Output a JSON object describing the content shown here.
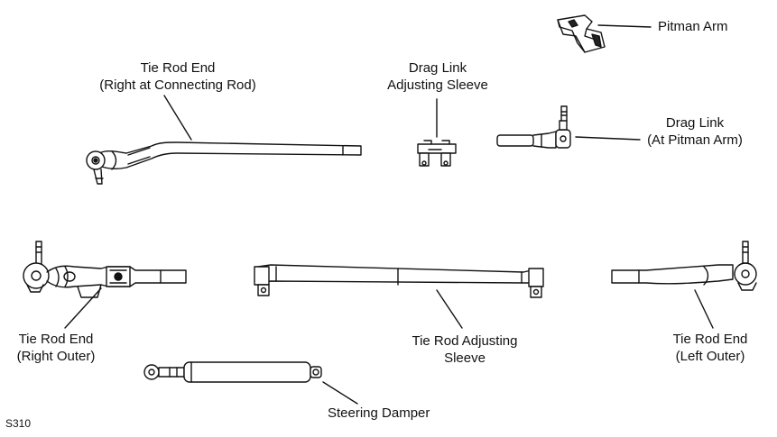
{
  "diagram": {
    "figure_code": "S310",
    "labels": {
      "pitman_arm": "Pitman Arm",
      "tie_rod_end_connecting": {
        "line1": "Tie Rod End",
        "line2": "(Right at Connecting Rod)"
      },
      "drag_link_sleeve": {
        "line1": "Drag Link",
        "line2": "Adjusting Sleeve"
      },
      "drag_link": {
        "line1": "Drag Link",
        "line2": "(At Pitman Arm)"
      },
      "tie_rod_end_right_outer": {
        "line1": "Tie Rod End",
        "line2": "(Right Outer)"
      },
      "tie_rod_adjusting_sleeve": {
        "line1": "Tie Rod Adjusting",
        "line2": "Sleeve"
      },
      "tie_rod_end_left_outer": {
        "line1": "Tie Rod End",
        "line2": "(Left Outer)"
      },
      "steering_damper": "Steering Damper"
    },
    "line_color": "#111111"
  }
}
